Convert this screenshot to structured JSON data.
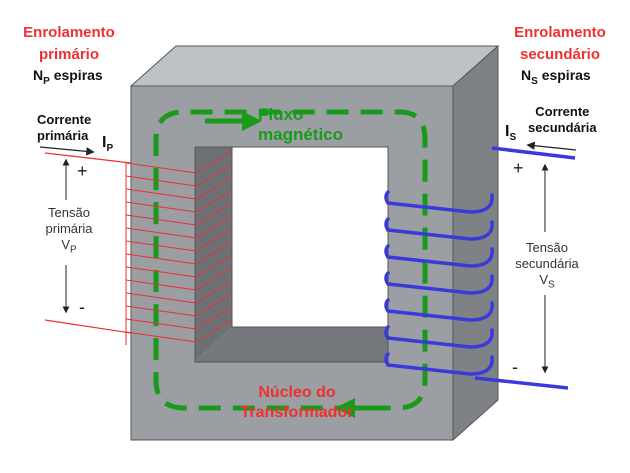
{
  "primary": {
    "title_line1": "Enrolamento",
    "title_line2": "primário",
    "turns_symbol": "N",
    "turns_sub": "P",
    "turns_word": "espiras",
    "current_line1": "Corrente",
    "current_line2": "primária",
    "current_symbol": "I",
    "current_sub": "P",
    "plus": "+",
    "minus": "-",
    "voltage_line1": "Tensão",
    "voltage_line2": "primária",
    "voltage_symbol": "V",
    "voltage_sub": "P"
  },
  "secondary": {
    "title_line1": "Enrolamento",
    "title_line2": "secundário",
    "turns_symbol": "N",
    "turns_sub": "S",
    "turns_word": "espiras",
    "current_line1": "Corrente",
    "current_line2": "secundária",
    "current_symbol": "I",
    "current_sub": "S",
    "plus": "+",
    "minus": "-",
    "voltage_line1": "Tensão",
    "voltage_line2": "secundária",
    "voltage_symbol": "V",
    "voltage_sub": "S"
  },
  "flux": {
    "line1": "Fluxo",
    "line2": "magnético"
  },
  "core": {
    "line1": "Núcleo do",
    "line2": "Transformador"
  },
  "colors": {
    "core_front": "#9b9fa3",
    "core_top": "#bfc2c5",
    "core_side": "#7e8286",
    "core_inner": "#6d7175",
    "primary_winding": "#e8312f",
    "secondary_winding": "#3a3adb",
    "flux": "#1a9a1a",
    "label_red": "#ee3030"
  }
}
